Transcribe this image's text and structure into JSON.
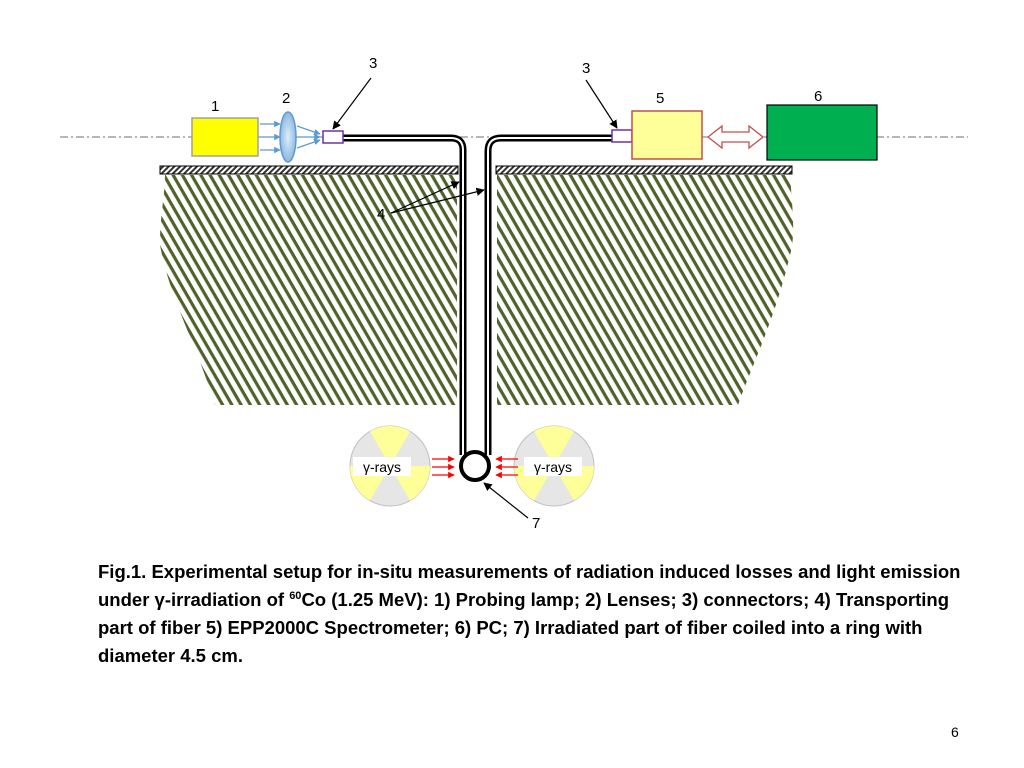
{
  "diagram": {
    "labels": {
      "lamp": "1",
      "lens": "2",
      "connector_left": "3",
      "connector_right": "3",
      "transport_fiber": "4",
      "spectrometer": "5",
      "pc": "6",
      "coil": "7"
    },
    "gamma_left": "γ-rays",
    "gamma_right": "γ-rays"
  },
  "colors": {
    "lamp": "#ffff00",
    "spectrometer": "#ffff99",
    "pc": "#00b050",
    "lens": "#9dc3e6",
    "connector": "#7030a0",
    "soil": "#4f6228",
    "radiation_arrows": "#ff0000",
    "double_arrow": "#c0504d"
  },
  "caption": {
    "part1": "Fig.1. Experimental setup for in-situ measurements of radiation induced losses and light emission under γ-irradiation of ",
    "isotope_mass": "60",
    "part2": "Co (1.25 MeV): 1) Probing lamp; 2) Lenses; 3) connectors; 4) Transporting part of fiber 5) EPP2000C Spectrometer; 6) PC; 7) Irradiated part of fiber coiled into a ring with diameter 4.5 cm."
  },
  "page_number": "6"
}
